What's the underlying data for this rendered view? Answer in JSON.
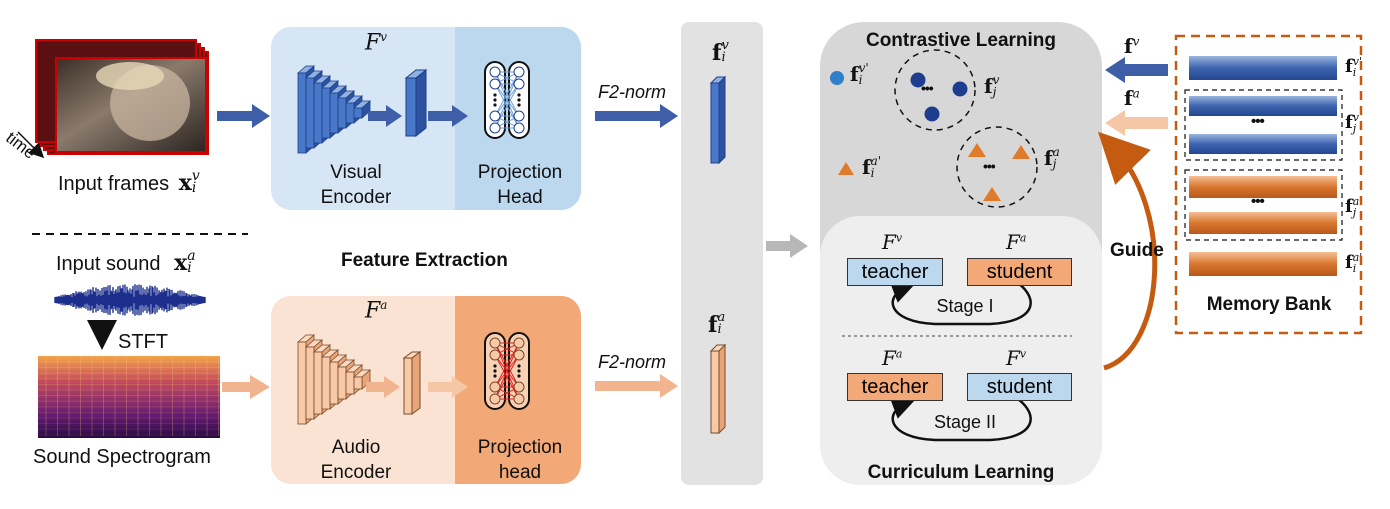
{
  "input": {
    "time_label": "time",
    "frames_label": "Input frames",
    "frames_symbol": "x",
    "frames_sup": "v",
    "frames_sub": "i",
    "sound_label": "Input sound",
    "sound_symbol": "x",
    "sound_sup": "a",
    "sound_sub": "i",
    "stft_label": "STFT",
    "spectrogram_label": "Sound Spectrogram"
  },
  "visual_branch": {
    "func_symbol": "F",
    "func_sup": "v",
    "encoder_label": [
      "Visual",
      "Encoder"
    ],
    "head_label": [
      "Projection",
      "Head"
    ],
    "norm_label": "F2-norm",
    "feature_symbol": "f",
    "feature_sup": "v",
    "feature_sub": "i"
  },
  "audio_branch": {
    "func_symbol": "F",
    "func_sup": "a",
    "encoder_label": [
      "Audio",
      "Encoder"
    ],
    "head_label": [
      "Projection",
      "head"
    ],
    "norm_label": "F2-norm",
    "feature_symbol": "f",
    "feature_sup": "a",
    "feature_sub": "i"
  },
  "feature_extraction_label": "Feature Extraction",
  "contrastive": {
    "title": "Contrastive Learning",
    "fv_prime": {
      "symbol": "f",
      "sup": "v'",
      "sub": "i"
    },
    "fv_j": {
      "symbol": "f",
      "sup": "v",
      "sub": "j"
    },
    "fa_prime": {
      "symbol": "f",
      "sup": "a'",
      "sub": "i"
    },
    "fa_j": {
      "symbol": "f",
      "sup": "a",
      "sub": "j"
    },
    "dots": "•••"
  },
  "curriculum": {
    "title": "Curriculum Learning",
    "stage1": {
      "teacher_func_sup": "v",
      "student_func_sup": "a",
      "teacher": "teacher",
      "student": "student",
      "stage": "Stage I"
    },
    "stage2": {
      "teacher_func_sup": "a",
      "student_func_sup": "v",
      "teacher": "teacher",
      "student": "student",
      "stage": "Stage II"
    }
  },
  "guide_label": "Guide",
  "memory_bank": {
    "title": "Memory Bank",
    "in_v": {
      "symbol": "f",
      "sup": "v"
    },
    "in_a": {
      "symbol": "f",
      "sup": "a"
    },
    "rows": [
      {
        "symbol": "f",
        "sup": "v'",
        "sub": "i"
      },
      {
        "symbol": "f",
        "sup": "v",
        "sub": "j"
      },
      {
        "symbol": "f",
        "sup": "a",
        "sub": "j"
      },
      {
        "symbol": "f",
        "sup": "a'",
        "sub": "i"
      }
    ],
    "dots": "•••"
  },
  "colors": {
    "visual_blue": "#3f5ea8",
    "visual_panel": "#d6e6f4",
    "visual_head_panel": "#bcd8ef",
    "audio_orange": "#f2b48e",
    "audio_panel": "#fbe3d4",
    "audio_head_panel": "#f2a877",
    "panel_gray": "#e2e2e2",
    "dark_orange": "#c55a11"
  }
}
